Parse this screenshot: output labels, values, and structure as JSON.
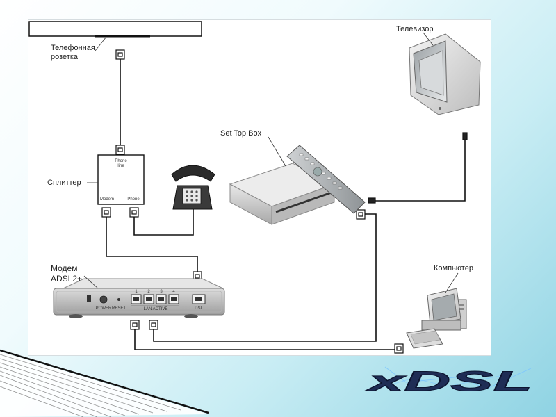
{
  "labels": {
    "phone_socket": "Телефонная\nрозетка",
    "splitter": "Сплиттер",
    "splitter_line_port": "Phone\nline",
    "splitter_modem_port": "Modem",
    "splitter_phone_port": "Phone",
    "modem": "Модем\nADSL2+",
    "set_top_box": "Set Top Box",
    "tv": "Телевизор",
    "computer": "Компьютер"
  },
  "modem_panel": {
    "power": "POWER",
    "reset": "RESET",
    "dsl": "DSL",
    "lan_ports": "LAN ACTIVE",
    "port_numbers": [
      "1",
      "2",
      "3",
      "4"
    ]
  },
  "logo": {
    "text": "xDSL"
  },
  "colors": {
    "background_gradient_end": "#8fd3e3",
    "panel": "#ffffff",
    "cable": "#111111",
    "logo_fill": "#1f2d55",
    "logo_glow": "#7cc4ff"
  }
}
